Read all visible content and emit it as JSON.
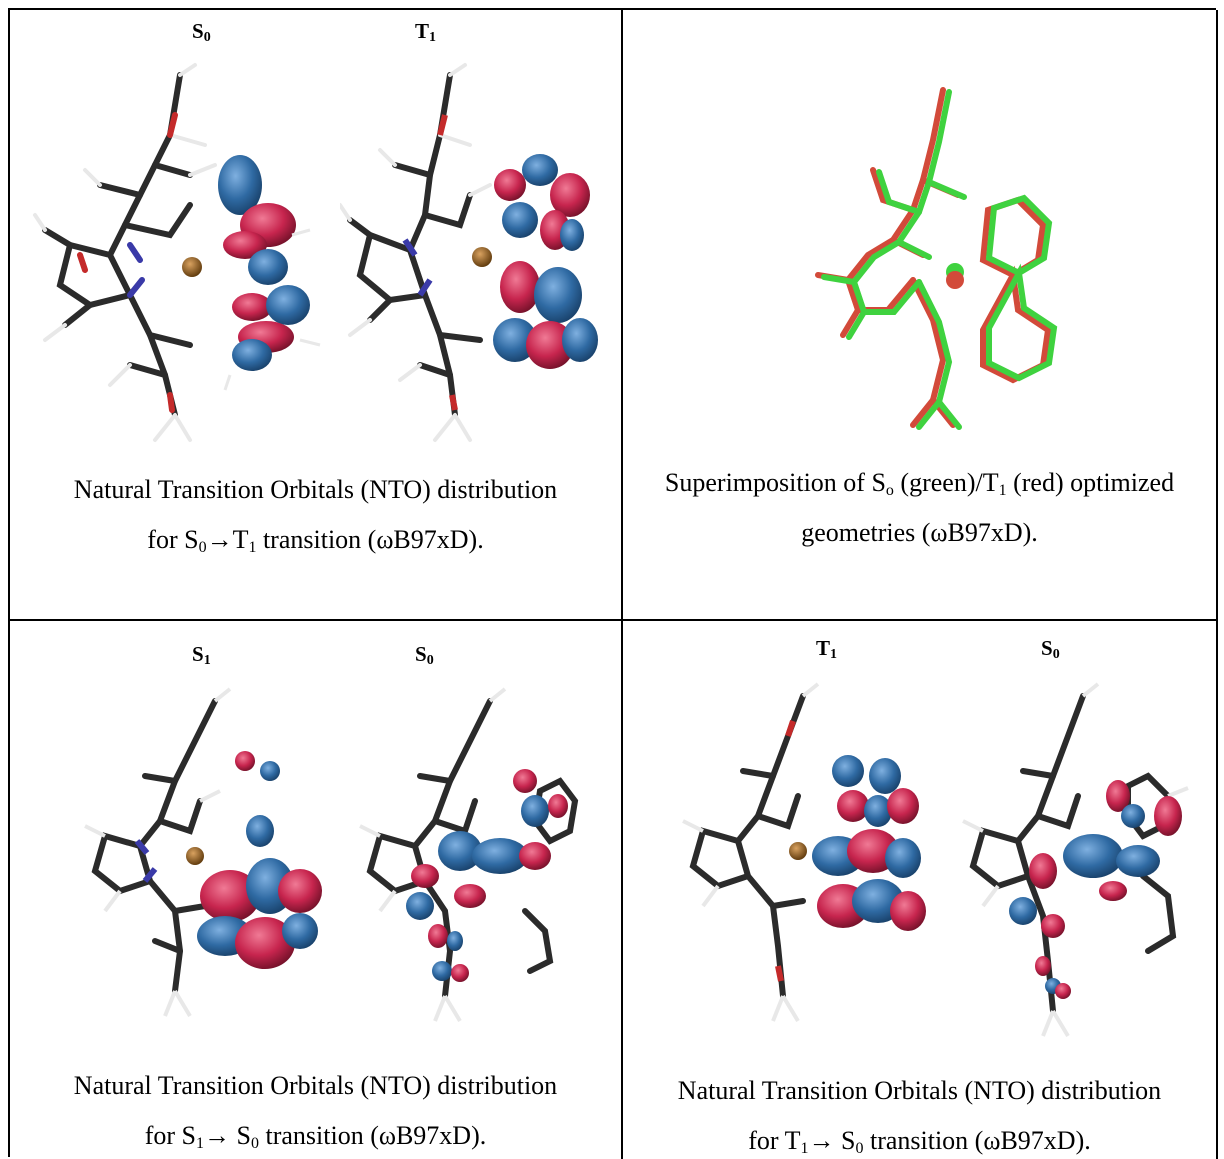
{
  "panels": {
    "nto_s0_t1": {
      "label_left": {
        "base": "S",
        "sub": "0"
      },
      "label_right": {
        "base": "T",
        "sub": "1"
      },
      "caption_line1": "Natural Transition Orbitals (NTO) distribution",
      "caption_line2": {
        "pre": "for S",
        "sub1": "0",
        "arrow": "→T",
        "sub2": "1",
        "post": " transition (ωB97xD)."
      }
    },
    "superimposition": {
      "caption_line1": {
        "pre": "Superimposition of S",
        "sub1": "o",
        "mid": " (green)/T",
        "sub2": "1",
        "post": " (red) optimized"
      },
      "caption_line2": "geometries (ωB97xD)."
    },
    "nto_s1_s0": {
      "label_left": {
        "base": "S",
        "sub": "1"
      },
      "label_right": {
        "base": "S",
        "sub": "0"
      },
      "caption_line1": "Natural Transition Orbitals (NTO) distribution",
      "caption_line2": {
        "pre": "for S",
        "sub1": "1",
        "arrow": "→ S",
        "sub2": "0",
        "post": " transition (ωB97xD)."
      }
    },
    "nto_t1_s0": {
      "label_left": {
        "base": "T",
        "sub": "1"
      },
      "label_right": {
        "base": "S",
        "sub": "0"
      },
      "caption_line1": "Natural Transition Orbitals (NTO) distribution",
      "caption_line2": {
        "pre": "for T",
        "sub1": "1",
        "arrow": "→ S",
        "sub2": "0",
        "post": " transition (ωB97xD)."
      }
    }
  },
  "colors": {
    "orbital_blue": "#2f6aa3",
    "orbital_red": "#c7254e",
    "bond_dark": "#2b2b2b",
    "hydrogen": "#e8e8e8",
    "nitrogen": "#3a3aa8",
    "oxygen": "#c42a2a",
    "metal": "#8a5a1c",
    "overlay_green": "#3fd23f",
    "overlay_red": "#d24a3a"
  }
}
